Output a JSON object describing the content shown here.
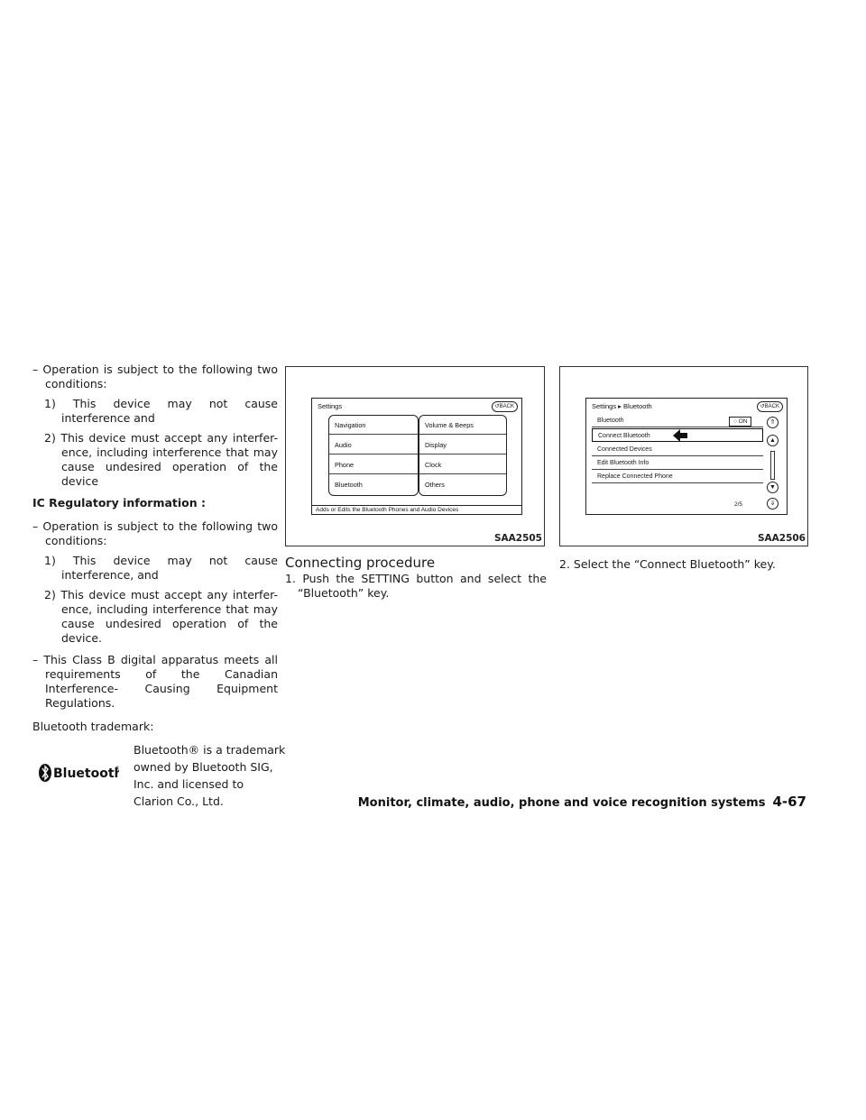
{
  "col1": {
    "item1_dash": "– Operation is subject to the following two conditions:",
    "item1_n1": "1) This device may not cause interference and",
    "item1_n2": "2) This device must accept any interfer- ence, including interference that may cause undesired operation of the device",
    "ic_heading": "IC Regulatory information :",
    "item2_dash": "– Operation is subject to the following two conditions:",
    "item2_n1": "1) This device may not cause interference, and",
    "item2_n2": "2) This device must accept any interfer- ence, including interference that may cause undesired operation of the device.",
    "item3_dash": "– This Class B digital apparatus meets all requirements of the Canadian Interference- Causing Equipment Regulations.",
    "trademark_label": "Bluetooth trademark:",
    "trademark_text": "Bluetooth® is a trademark owned by Bluetooth SIG, Inc. and licensed to Clarion Co., Ltd.",
    "logo_text": "Bluetooth"
  },
  "fig1": {
    "title": "Settings",
    "back": "BACK",
    "left_items": [
      "Navigation",
      "Audio",
      "Phone",
      "Bluetooth"
    ],
    "right_items": [
      "Volume & Beeps",
      "Display",
      "Clock",
      "Others"
    ],
    "status": "Adds or Edits the Bluetooth Phones and Audio Devices",
    "label": "SAA2505"
  },
  "fig2": {
    "title": "Settings ▸ Bluetooth",
    "back": "BACK",
    "items": [
      "Bluetooth",
      "Connect Bluetooth",
      "Connected Devices",
      "Edit Bluetooth Info",
      "Replace Connected Phone"
    ],
    "on_label": "ON",
    "page": "2/5",
    "label": "SAA2506"
  },
  "section": {
    "heading": "Connecting procedure",
    "step1": "1. Push the SETTING button and select the “Bluetooth” key.",
    "step2": "2. Select the “Connect Bluetooth” key."
  },
  "footer": {
    "text": "Monitor, climate, audio, phone and voice recognition systems",
    "page": "4-67"
  }
}
